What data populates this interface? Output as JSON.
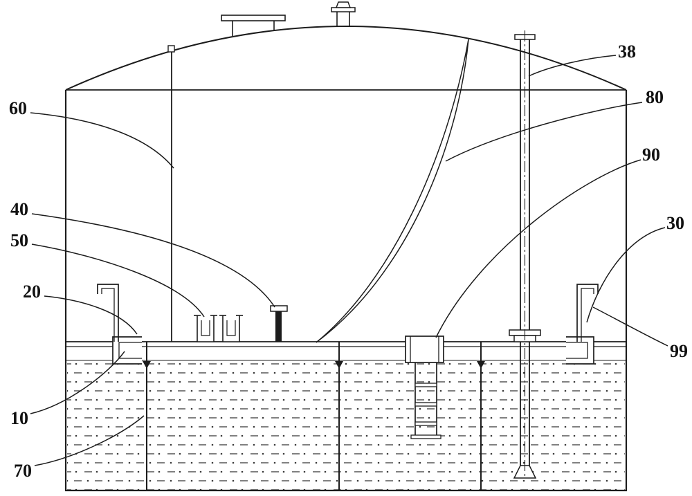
{
  "figure": {
    "background_color": "#ffffff",
    "line_color": "#1c1c1c",
    "hatch_color": "#3a3a3a"
  },
  "labels": {
    "l10": "10",
    "l20": "20",
    "l30": "30",
    "l38": "38",
    "l40": "40",
    "l50": "50",
    "l60": "60",
    "l70": "70",
    "l80": "80",
    "l90": "90",
    "l99": "99"
  }
}
